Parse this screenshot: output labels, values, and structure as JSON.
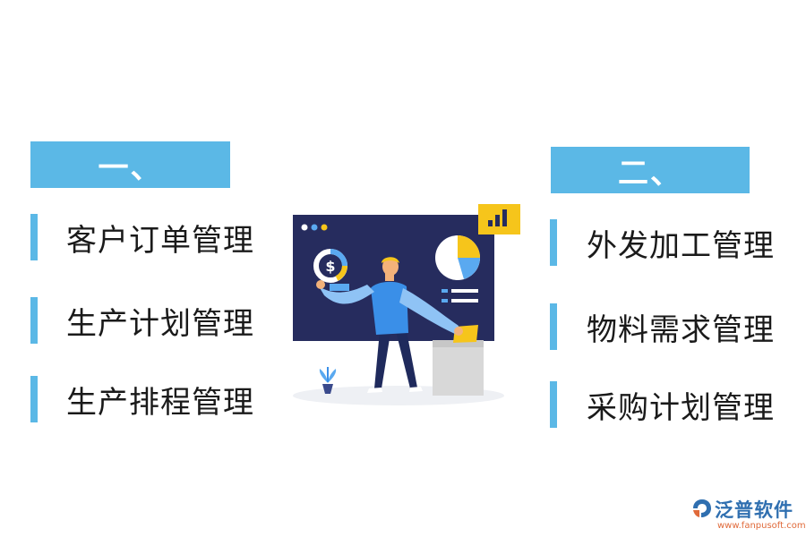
{
  "left": {
    "header": "一、",
    "items": [
      "客户订单管理",
      "生产计划管理",
      "生产排程管理"
    ]
  },
  "right": {
    "header": "二、",
    "items": [
      "外发加工管理",
      "物料需求管理",
      "采购计划管理"
    ]
  },
  "illustration": {
    "dashboard_symbol": "$",
    "colors": {
      "board": "#262c5e",
      "accent_yellow": "#f6c51b",
      "accent_blue": "#5aa9f0",
      "person_shirt": "#3a8fe8",
      "person_pants": "#1f2a5c"
    }
  },
  "logo": {
    "name": "泛普软件",
    "url": "www.fanpusoft.com",
    "colors": {
      "name": "#2f6fb0",
      "url": "#e06a3a"
    }
  },
  "colors": {
    "accent": "#5bb8e6",
    "text": "#1a1a1a"
  }
}
